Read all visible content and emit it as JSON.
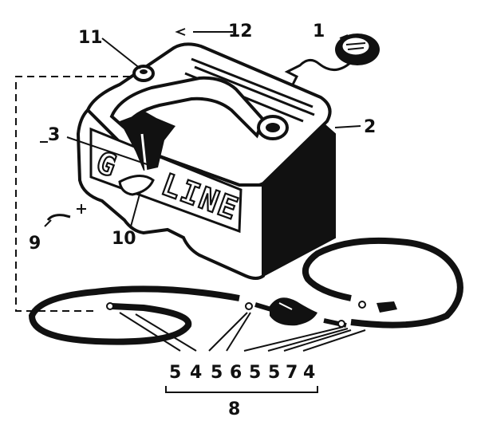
{
  "callouts": {
    "c1": "1",
    "c2": "2",
    "c3": "3",
    "c9": "9",
    "c10": "10",
    "c11": "11",
    "c12": "12",
    "c8": "8",
    "bottom_row": [
      "5",
      "4",
      "5",
      "6",
      "5",
      "5",
      "7",
      "4"
    ]
  },
  "tank_lettering_left": "G",
  "tank_lettering_right": "LINE",
  "colors": {
    "ink": "#111111",
    "paper": "#ffffff"
  }
}
